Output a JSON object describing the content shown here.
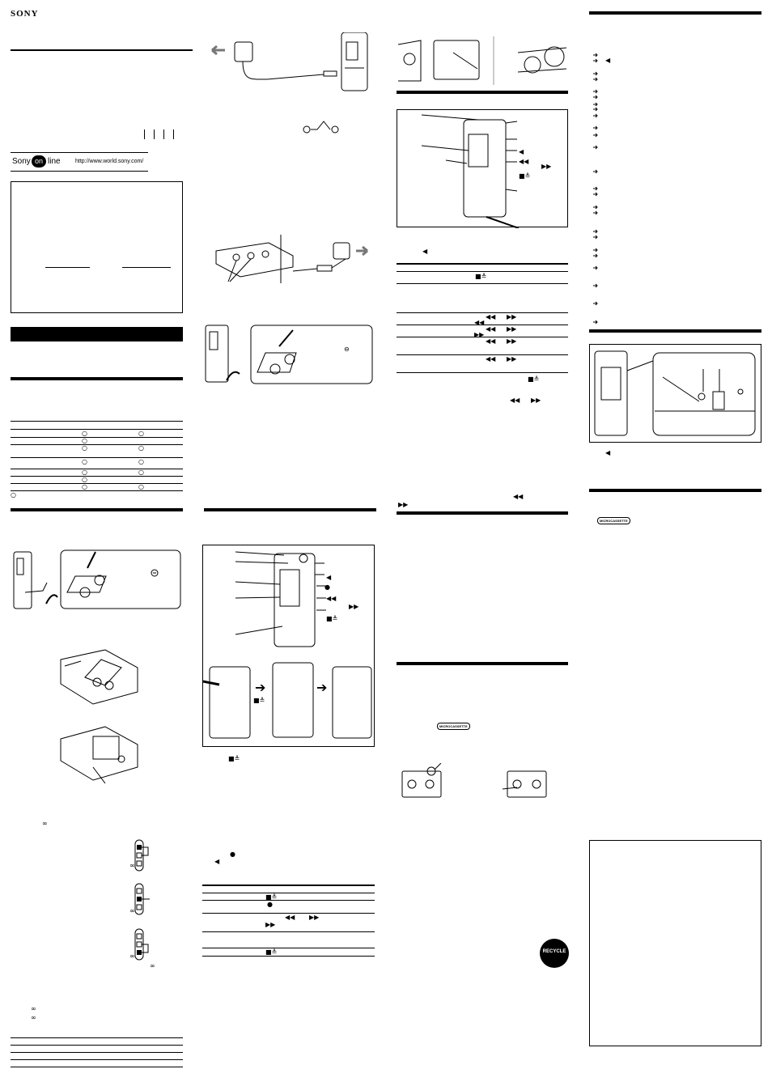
{
  "brand": {
    "logo": "SONY"
  },
  "online": {
    "sony": "Sony",
    "on": "on",
    "line": "line",
    "url": "http://www.world.sony.com/"
  },
  "symbols": {
    "stop_eject": "■≜",
    "play": "◀",
    "rec": "●",
    "rew": "◀◀",
    "ff": "▶▶",
    "circle": "○",
    "minus": "⊖",
    "arrow": "➔",
    "infinity": "∞",
    "dot": "•"
  },
  "cassette_logo": "MICROCASSETTE",
  "recycle_badge": "RECYCLE"
}
